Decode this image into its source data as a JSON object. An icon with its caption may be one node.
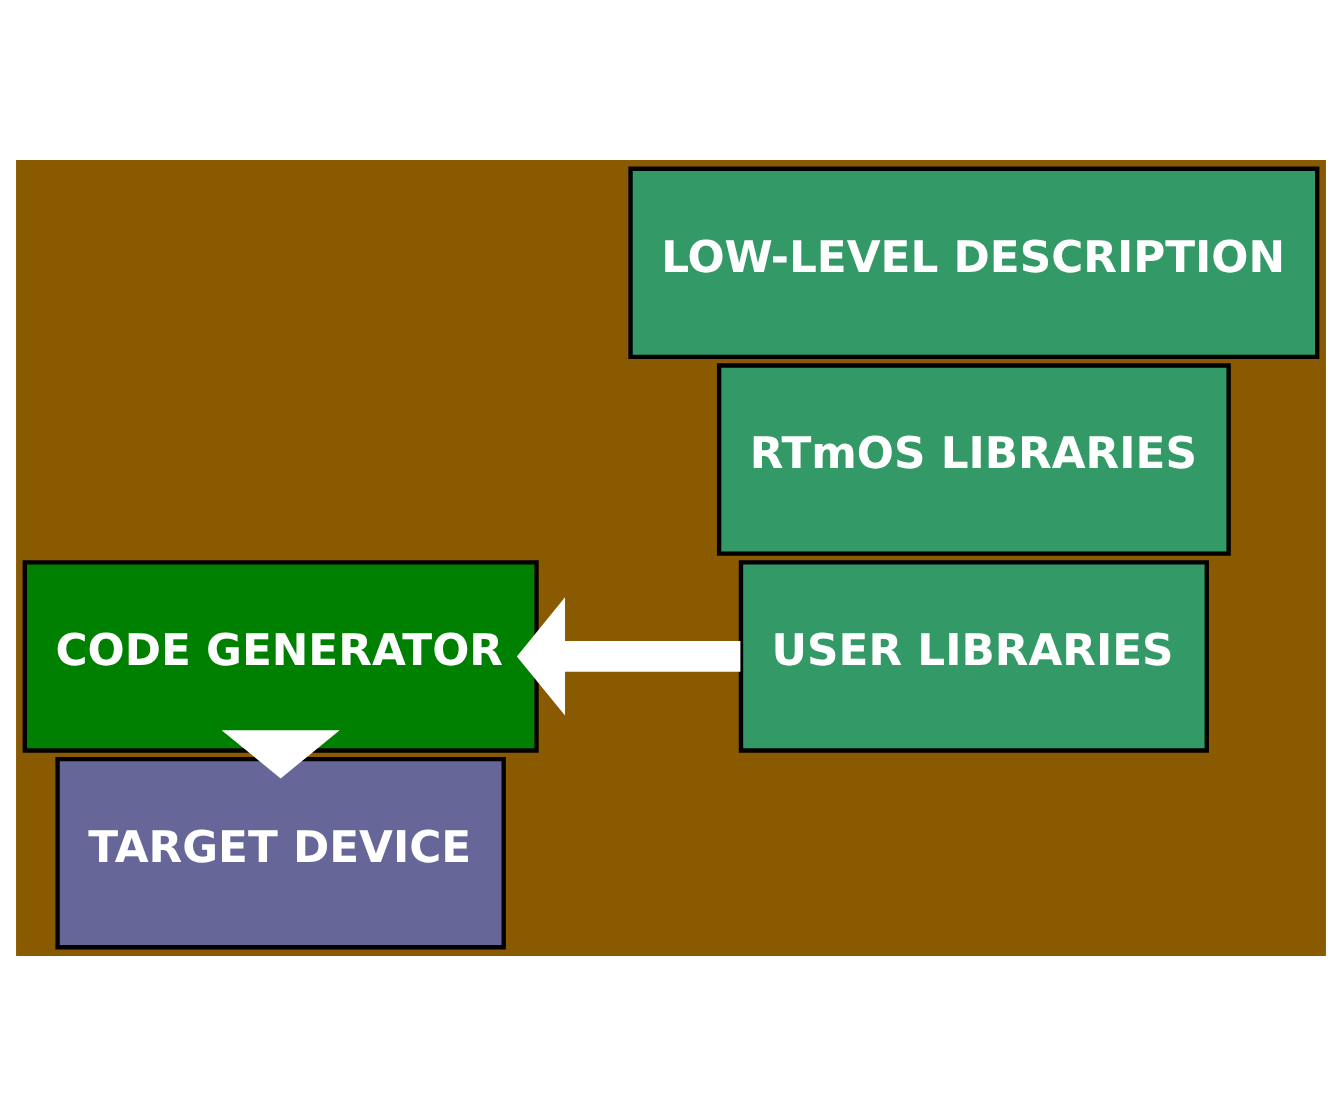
{
  "diagram": {
    "nodes": [
      {
        "text": [
          "CODE GENERATOR"
        ]
      },
      {
        "text": [
          "RTmOS LIBRARIES"
        ]
      },
      {
        "text": [
          "USER LIBRARIES"
        ]
      },
      {
        "text": [
          "LOW-LEVEL DESCRIPTION"
        ]
      },
      {
        "text": [
          "TARGET DEVICE"
        ]
      }
    ],
    "edges": [
      {
        "from": 2,
        "to": 0,
        "arrow": "to"
      },
      {
        "from": 0,
        "to": 4,
        "arrow": "to"
      }
    ]
  }
}
